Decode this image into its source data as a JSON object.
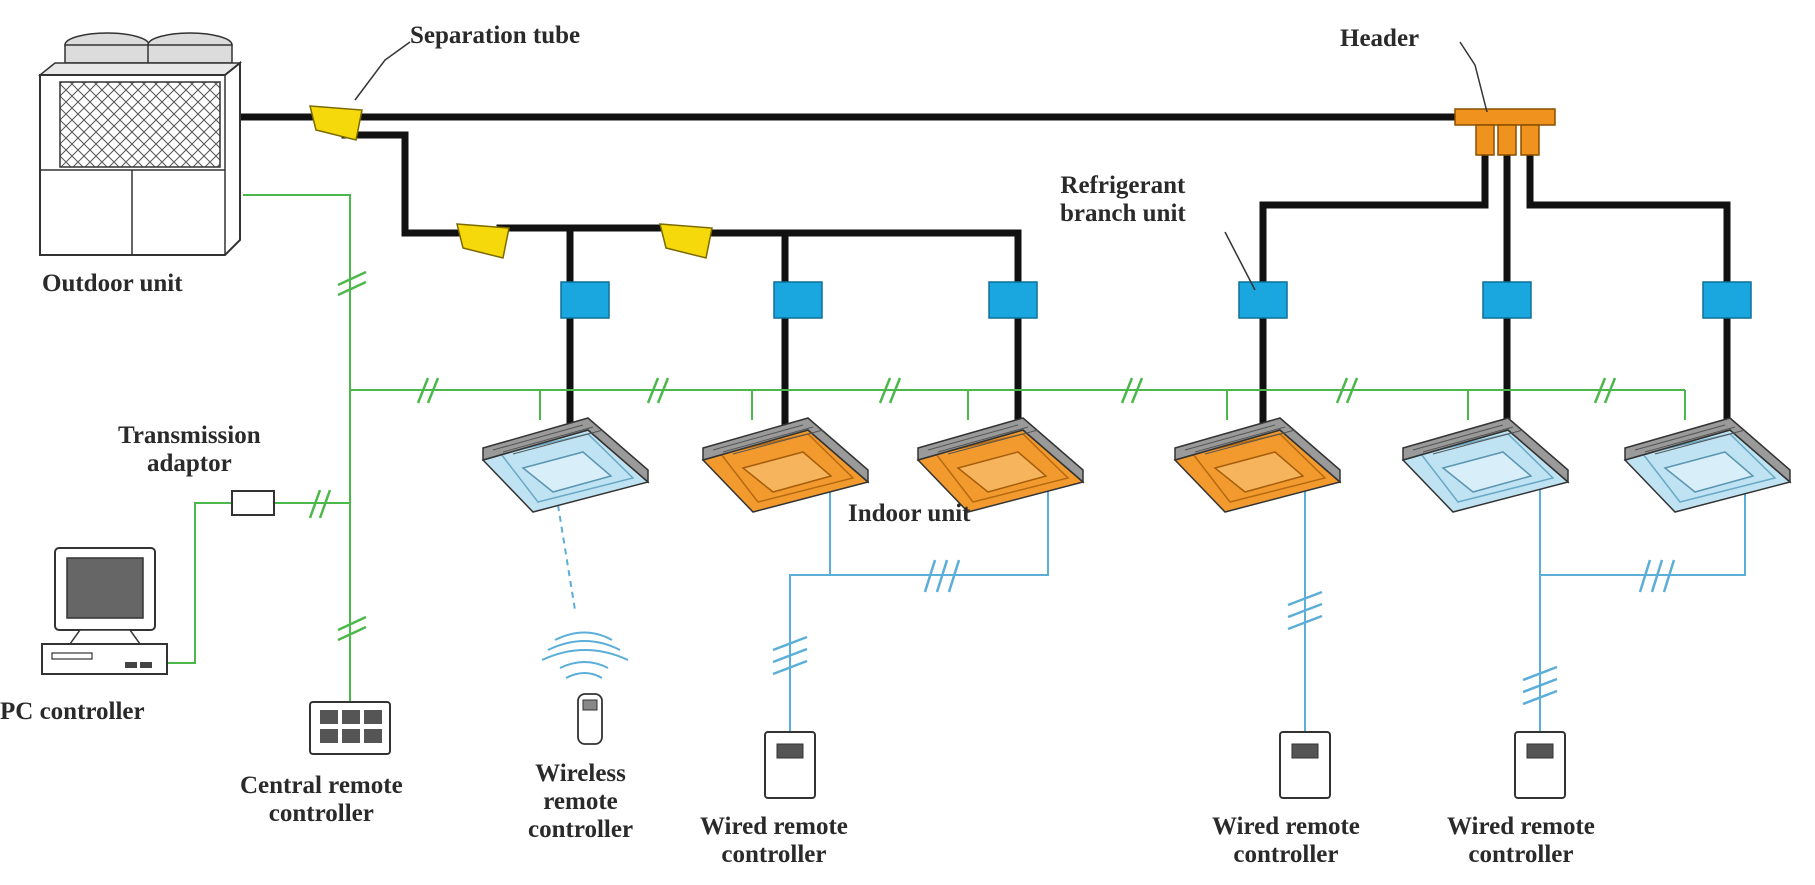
{
  "labels": {
    "outdoor_unit": "Outdoor unit",
    "separation_tube": "Separation tube",
    "header": "Header",
    "refrigerant_branch_unit": "Refrigerant\nbranch unit",
    "transmission_adaptor": "Transmission\nadaptor",
    "pc_controller": "PC controller",
    "central_remote_controller": "Central remote\ncontroller",
    "wireless_remote_controller": "Wireless\nremote\ncontroller",
    "indoor_unit": "Indoor unit",
    "wired_remote_controller_1": "Wired remote\ncontroller",
    "wired_remote_controller_2": "Wired remote\ncontroller",
    "wired_remote_controller_3": "Wired remote\ncontroller"
  },
  "colors": {
    "refrigerant_pipe": "#111111",
    "separation_tube": "#f5d90a",
    "header": "#f0931e",
    "branch_unit": "#1aa7e0",
    "indoor_unit_blue": "#bfe3f2",
    "indoor_unit_orange": "#f29a2e",
    "transmission_line": "#4cb84c",
    "remote_line": "#5aaed8"
  },
  "indoor_units": [
    {
      "color": "blue"
    },
    {
      "color": "orange"
    },
    {
      "color": "orange"
    },
    {
      "color": "orange"
    },
    {
      "color": "blue"
    },
    {
      "color": "blue"
    }
  ]
}
